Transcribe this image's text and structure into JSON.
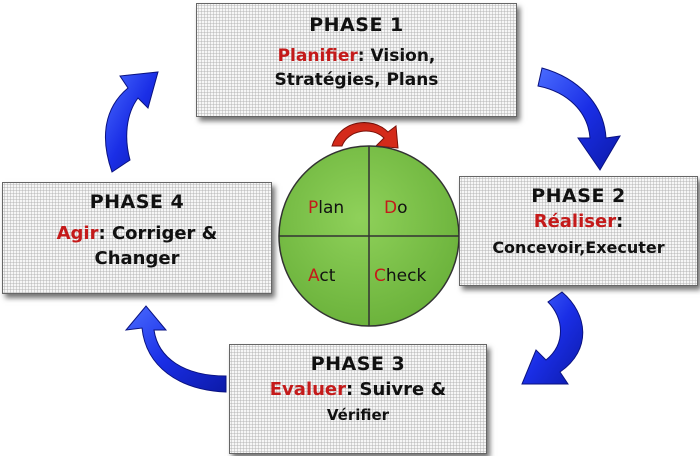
{
  "phases": [
    {
      "title": "PHASE 1",
      "verb": "Planifier",
      "rest": ": Vision,",
      "line2": "Stratégies, Plans"
    },
    {
      "title": "PHASE 2",
      "verb": "Réaliser",
      "rest": ":",
      "line2": "Concevoir,Executer"
    },
    {
      "title": "PHASE 3",
      "verb": "Evaluer",
      "rest": ": Suivre &",
      "line2": "Vérifier"
    },
    {
      "title": "PHASE 4",
      "verb": "Agir",
      "rest": ": Corriger &",
      "line2": "Changer"
    }
  ],
  "wheel": {
    "plan": {
      "first": "P",
      "rest": "lan"
    },
    "do": {
      "first": "D",
      "rest": "o"
    },
    "act": {
      "first": "A",
      "rest": "ct"
    },
    "check": {
      "first": "C",
      "rest": "heck"
    }
  },
  "colors": {
    "verb": "#c41a1a",
    "wheel_fill": "#7cc34a",
    "arrow_blue": "#1a2ee6",
    "small_arrow": "#d42a1a"
  },
  "icons": {
    "cycle_arrows": "curved-arrow-icon",
    "rotation": "rotate-arrow-icon"
  }
}
